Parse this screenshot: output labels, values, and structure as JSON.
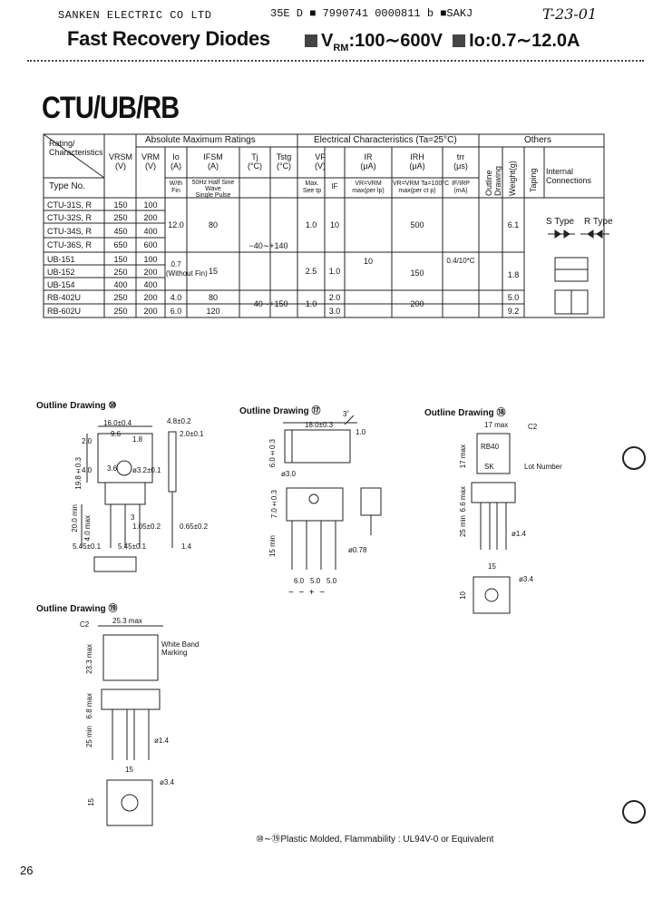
{
  "header": {
    "company": "SANKEN ELECTRIC CO LTD",
    "codes": "35E D  ■ 7990741 0000811 b ■SAKJ",
    "handwritten": "T-23-01"
  },
  "title": {
    "main": "Fast Recovery Diodes",
    "vrm": "V",
    "vrm_sub": "RM",
    "vrm_val": ":100∼600V",
    "io": "Io:0.7∼12.0A"
  },
  "series": "CTU/UB/RB",
  "table": {
    "rating_label": "Rating/\nCharacteristics",
    "type_no": "Type No.",
    "group_abs": "Absolute Maximum Ratings",
    "group_elec": "Electrical Characteristics (Ta=25°C)",
    "group_others": "Others",
    "col_vrsm": "VRSM\n(V)",
    "col_vrm": "VRM\n(V)",
    "col_io": "Io\n(A)",
    "col_ifsm": "IFSM\n(A)",
    "col_tj": "Tj\n(°C)",
    "col_tstg": "Tstg\n(°C)",
    "col_vf": "VF\n(V)",
    "col_ir": "IR\n(μA)",
    "col_irh": "IRH\n(μA)",
    "col_trr": "trr\n(μs)",
    "col_outline": "Outline Drawing",
    "col_weight": "Weight(g)",
    "col_taping": "Taping",
    "col_internal": "Internal\nConnections",
    "sub_io": "W/th\nFin",
    "sub_ifsm": "50Hz Half Sine\nWave\nSingle Pulse",
    "sub_vf": "Max.\nSee tp",
    "sub_if": "IF",
    "sub_ir": "VR=VRM\nmax(per lp)",
    "sub_irh": "VR=VRM Ta=100°C\nmax(per ct p)",
    "sub_trr": "IF/IRP\n(mA)",
    "rows": [
      {
        "type": "CTU-31S, R",
        "vrsm": "150",
        "vrm": "100"
      },
      {
        "type": "CTU-32S, R",
        "vrsm": "250",
        "vrm": "200"
      },
      {
        "type": "CTU-34S, R",
        "vrsm": "450",
        "vrm": "400"
      },
      {
        "type": "CTU-36S, R",
        "vrsm": "650",
        "vrm": "600"
      },
      {
        "type": "UB-151",
        "vrsm": "150",
        "vrm": "100"
      },
      {
        "type": "UB-152",
        "vrsm": "250",
        "vrm": "200"
      },
      {
        "type": "UB-154",
        "vrsm": "400",
        "vrm": "400"
      },
      {
        "type": "RB-402U",
        "vrsm": "250",
        "vrm": "200"
      },
      {
        "type": "RB-602U",
        "vrsm": "250",
        "vrm": "200"
      }
    ],
    "ctu_io": "12.0",
    "ctu_ifsm": "80",
    "ctu_vf": "1.0",
    "ctu_if": "10",
    "ctu_irh": "500",
    "ctu_weight": "6.1",
    "ub_io": "0.7\n(Without Fin)",
    "ub_ifsm": "15",
    "ub_vf": "2.5",
    "ub_if": "1.0",
    "ub_irh": "150",
    "ub_weight": "1.8",
    "rb402_io": "4.0",
    "rb402_ifsm": "80",
    "rb402_if": "2.0",
    "rb402_weight": "5.0",
    "rb602_io": "6.0",
    "rb602_ifsm": "120",
    "rb602_if": "3.0",
    "rb602_weight": "9.2",
    "rb_vf": "1.0",
    "rb_irh": "200",
    "tj_range_1": "−40∼+140",
    "tj_range_2": "−40∼+150",
    "ir_all": "10",
    "trr_all": "0.4/10*C",
    "conn_s": "S Type",
    "conn_r": "R Type"
  },
  "drawings": [
    {
      "id": "d49",
      "label": "Outline Drawing ⑩"
    },
    {
      "id": "d50",
      "label": "Outline Drawing ⑰"
    },
    {
      "id": "d51",
      "label": "Outline Drawing ⑱"
    },
    {
      "id": "d52",
      "label": "Outline Drawing ⑲"
    }
  ],
  "dims": {
    "d49_w": "16.0±0.4",
    "d49_w2": "9.6",
    "d49_h": "19.8±0.3",
    "d49_hole": "ø3.2±0.1",
    "d49_t": "4.8±0.2",
    "d49_fin": "2.0±0.1",
    "d49_lead": "20.0 min",
    "d49_lead2": "4.0 max",
    "d49_pitch": "5.45±0.1",
    "d49_pitch2": "5.45±0.1",
    "d49_lw": "1.05±0.2",
    "d49_lt": "0.65±0.2",
    "d49_14": "1.4",
    "d49_3": "3",
    "d49_18": "1.8",
    "d49_36": "3.6",
    "d49_40": "4.0",
    "d49_20": "2.0",
    "d50_w": "18.0±0.3",
    "d50_h": "6.0±0.3",
    "d50_h2": "7.0±0.3",
    "d50_lead": "15 min",
    "d50_hole": "ø3.0",
    "d50_lead_d": "ø0.78",
    "d50_p1": "6.0",
    "d50_p2": "5.0",
    "d50_p3": "5.0",
    "d50_pins": "~  −  +  ~",
    "d50_3": "3˚",
    "d50_10": "1.0",
    "d51_w": "17 max",
    "d51_c": "C2",
    "d51_lot": "Lot Number",
    "d51_h": "17 max",
    "d51_h2": "6.6 max",
    "d51_lead": "25 min",
    "d51_ld": "ø1.4",
    "d51_b1": "15",
    "d51_b2": "10",
    "d51_hole": "ø3.4",
    "d51_mark1": "RB40",
    "d51_mark2": "SK",
    "d52_w": "25.3 max",
    "d52_c": "C2",
    "d52_wb": "White Band\nMarking",
    "d52_h": "23.3 max",
    "d52_h2": "6.8 max",
    "d52_lead": "25 min",
    "d52_ld": "ø1.4",
    "d52_b1": "15",
    "d52_b2": "15",
    "d52_hole": "ø3.4"
  },
  "footnote": "⑩∼⑲Plastic Molded, Flammability : UL94V-0 or Equivalent",
  "page_number": "26"
}
